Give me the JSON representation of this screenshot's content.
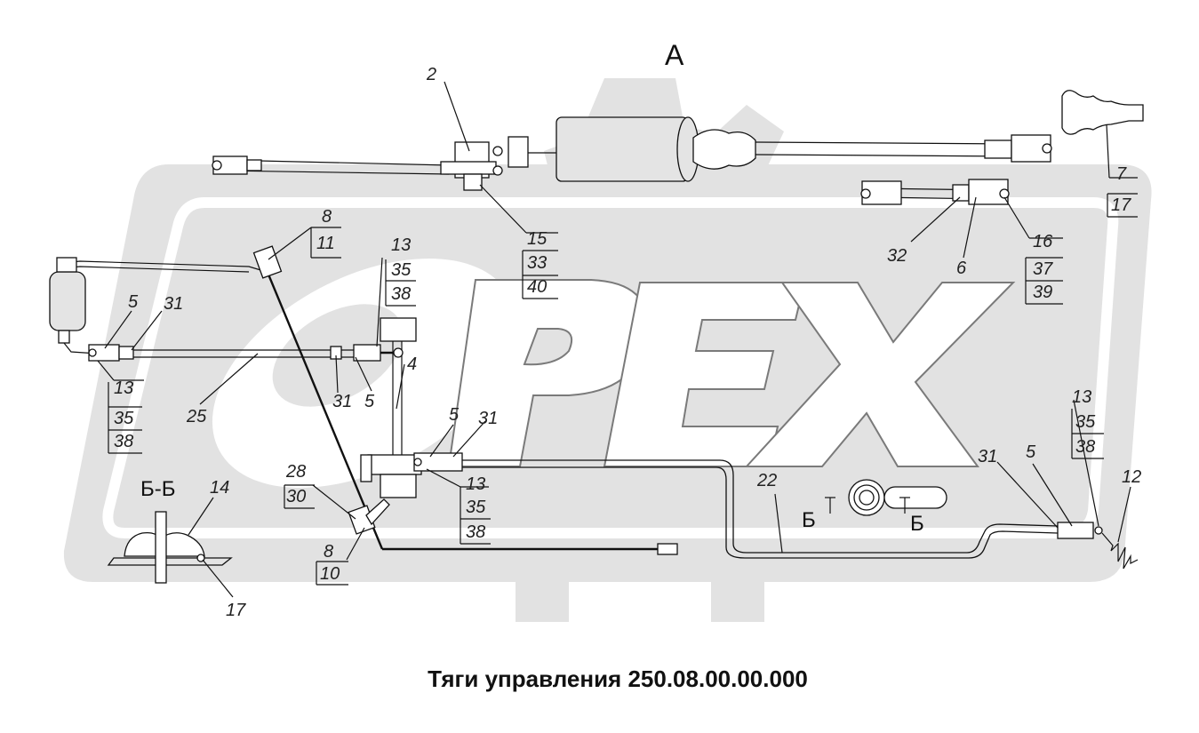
{
  "title": "Тяги управления 250.08.00.00.000",
  "view_label": "А",
  "section_label": "Б-Б",
  "section_marks": [
    "Б",
    "Б"
  ],
  "watermark_text": "PEX",
  "labels": {
    "l2": "2",
    "l15": "15",
    "l33": "33",
    "l40": "40",
    "l7": "7",
    "l17a": "17",
    "l32": "32",
    "l6": "6",
    "l16": "16",
    "l37": "37",
    "l39": "39",
    "l8a": "8",
    "l11": "11",
    "l13a": "13",
    "l35a": "35",
    "l38a": "38",
    "l5a": "5",
    "l31a": "31",
    "l4": "4",
    "l13b": "13",
    "l35b": "35",
    "l38b": "38",
    "l25": "25",
    "l31b": "31",
    "l5b": "5",
    "l5c": "5",
    "l31c": "31",
    "l28": "28",
    "l30": "30",
    "l13c": "13",
    "l35c": "35",
    "l38c": "38",
    "l8b": "8",
    "l10": "10",
    "l22": "22",
    "l13d": "13",
    "l35d": "35",
    "l38d": "38",
    "l31d": "31",
    "l5d": "5",
    "l12": "12",
    "l14": "14",
    "l17b": "17"
  }
}
